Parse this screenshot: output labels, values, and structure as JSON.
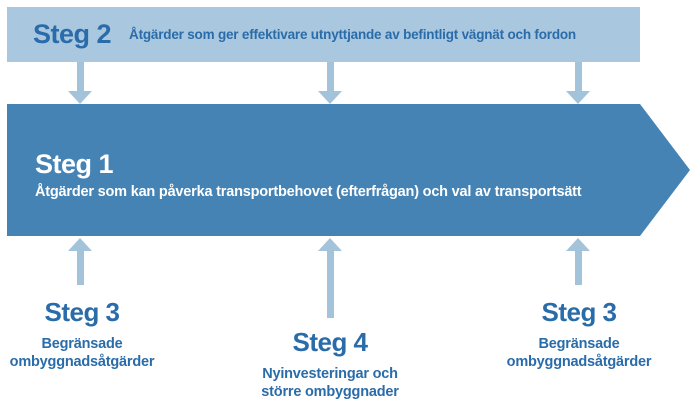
{
  "colors": {
    "banner_bg": "#a9c7de",
    "small_arrow": "#a3c3db",
    "big_arrow": "#4583b5",
    "heading_text": "#2a6ca9",
    "arrow_text": "#ffffff",
    "page_bg": "#ffffff"
  },
  "banner": {
    "step_label": "Steg 2",
    "description": "Åtgärder som ger effektivare utnyttjande av befintligt vägnät och fordon"
  },
  "main_arrow": {
    "step_label": "Steg 1",
    "description": "Åtgärder som kan påverka transportbehovet (efterfrågan) och val av transportsätt"
  },
  "bottom_items": [
    {
      "step_label": "Steg 3",
      "description_line1": "Begränsade",
      "description_line2": "ombyggnadsåtgärder"
    },
    {
      "step_label": "Steg 4",
      "description_line1": "Nyinvesteringar och",
      "description_line2": "större ombyggnader"
    },
    {
      "step_label": "Steg 3",
      "description_line1": "Begränsade",
      "description_line2": "ombyggnadsåtgärder"
    }
  ]
}
